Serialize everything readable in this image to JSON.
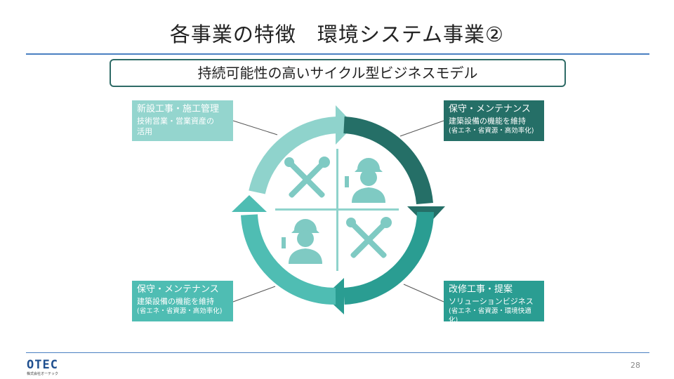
{
  "slide": {
    "title": "各事業の特徴　環境システム事業②",
    "subtitle": "持続可能性の高いサイクル型ビジネスモデル",
    "page_number": "28"
  },
  "boxes": {
    "top_left": {
      "heading": "新設工事・施工管理",
      "line1": "技術営業・営業資産の",
      "line2": "活用"
    },
    "top_right": {
      "heading": "保守・メンテナンス",
      "line1": "建築設備の機能を維持",
      "line2": "(省エネ・省資源・高効率化)"
    },
    "bottom_left": {
      "heading": "保守・メンテナンス",
      "line1": "建築設備の機能を維持",
      "line2": "(省エネ・省資源・高効率化)"
    },
    "bottom_right": {
      "heading": "改修工事・提案",
      "line1": "ソリューションビジネス",
      "line2": "(省エネ・省資源・環境快適化)"
    }
  },
  "logo": {
    "text": "OTEC",
    "sub": "株式会社オーテック"
  },
  "colors": {
    "accent": "#4a7fc1",
    "teal_dark": "#256f67",
    "teal_mid": "#2a9d92",
    "teal_light": "#8fd3cc"
  },
  "icons": [
    "tools-icon",
    "worker-icon"
  ]
}
